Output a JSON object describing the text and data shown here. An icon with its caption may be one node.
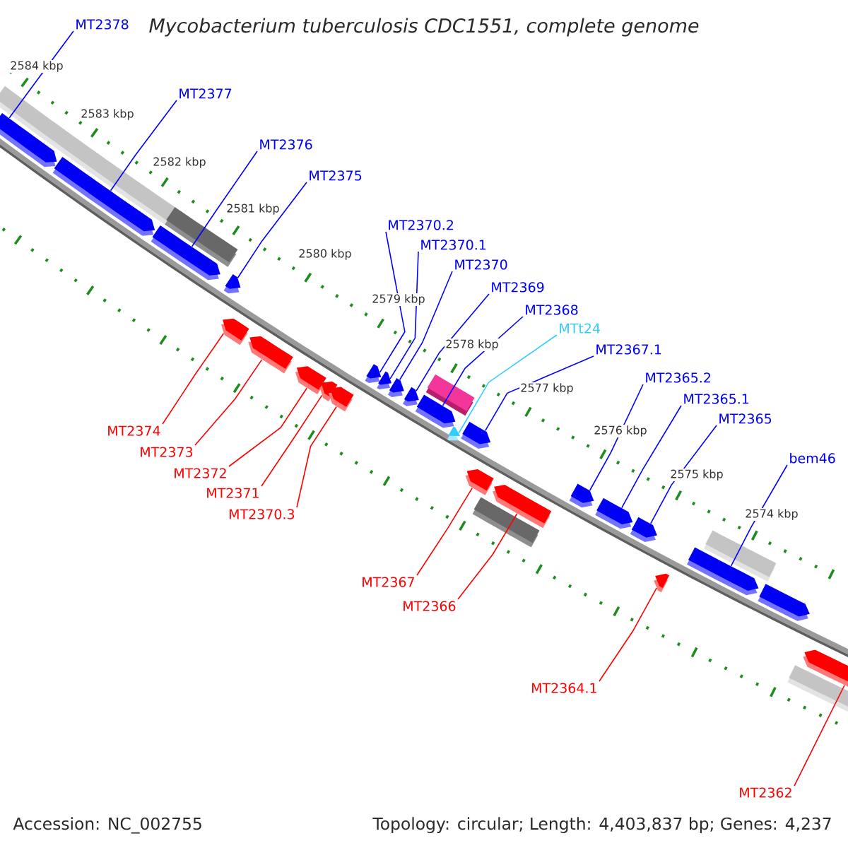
{
  "diagram": {
    "title": "Mycobacterium tuberculosis CDC1551, complete genome",
    "nodes": [
      {
        "text": [
          "MT2378"
        ]
      },
      {
        "text": [
          "MT2377"
        ]
      },
      {
        "text": [
          "MT2376"
        ]
      },
      {
        "text": [
          "MT2375"
        ]
      },
      {
        "text": [
          "MT2370.2"
        ]
      },
      {
        "text": [
          "MT2370.1"
        ]
      },
      {
        "text": [
          "MT2370"
        ]
      },
      {
        "text": [
          "MT2369"
        ]
      },
      {
        "text": [
          "MT2368"
        ]
      },
      {
        "text": [
          "MTt24"
        ]
      },
      {
        "text": [
          "MT2367.1"
        ]
      },
      {
        "text": [
          "MT2365.2"
        ]
      },
      {
        "text": [
          "MT2365.1"
        ]
      },
      {
        "text": [
          "MT2365"
        ]
      },
      {
        "text": [
          "MT2374"
        ]
      },
      {
        "text": [
          "MT2373"
        ]
      },
      {
        "text": [
          "bem46"
        ]
      },
      {
        "text": [
          "MT2372"
        ]
      },
      {
        "text": [
          "MT2371"
        ]
      },
      {
        "text": [
          "MT2370.3"
        ]
      },
      {
        "text": [
          "MT2367"
        ]
      },
      {
        "text": [
          "MT2366"
        ]
      },
      {
        "text": [
          "MT2364.1"
        ]
      },
      {
        "text": [
          "MT2362"
        ]
      },
      {
        "text": [],
        "shape": "bar"
      },
      {
        "text": [],
        "shape": "pentagon"
      },
      {
        "text": [],
        "shape": "pentagon"
      },
      {
        "text": [],
        "shape": "pentagon"
      },
      {
        "text": [],
        "shape": "bar"
      },
      {
        "text": [],
        "shape": "pentagon"
      },
      {
        "text": [],
        "shape": "pentagon"
      },
      {
        "text": [],
        "shape": "pentagon"
      },
      {
        "text": [],
        "shape": "pentagon"
      },
      {
        "text": [],
        "shape": "pentagon"
      },
      {
        "text": [],
        "shape": "pentagon"
      },
      {
        "text": [],
        "shape": "pentagon"
      },
      {
        "text": [],
        "shape": "pentagon"
      },
      {
        "text": [],
        "shape": "pentagon"
      },
      {
        "text": [],
        "shape": "pentagon"
      },
      {
        "text": [],
        "shape": "bar"
      },
      {
        "text": [],
        "shape": "pentagon"
      },
      {
        "text": [],
        "shape": "pentagon"
      },
      {
        "text": [],
        "shape": "pentagon"
      },
      {
        "text": [],
        "shape": "pentagon"
      },
      {
        "text": [],
        "shape": "bar"
      },
      {
        "text": [],
        "shape": "pentagon"
      },
      {
        "text": [],
        "shape": "pentagon"
      },
      {
        "text": [],
        "shape": "pentagon"
      },
      {
        "text": [],
        "shape": "pentagon"
      },
      {
        "text": [],
        "shape": "pentagon"
      },
      {
        "text": [],
        "shape": "pentagon"
      },
      {
        "text": [],
        "shape": "bar"
      },
      {
        "text": [],
        "shape": "pentagon"
      },
      {
        "text": [],
        "shape": "bar"
      },
      {
        "text": [],
        "shape": "pentagon"
      }
    ],
    "edges": [
      {
        "from": 0,
        "to": 25,
        "arrow": "none"
      },
      {
        "from": 1,
        "to": 26,
        "arrow": "none"
      },
      {
        "from": 2,
        "to": 27,
        "arrow": "none"
      },
      {
        "from": 3,
        "to": 29,
        "arrow": "none"
      },
      {
        "from": 4,
        "to": 35,
        "arrow": "none"
      },
      {
        "from": 5,
        "to": 36,
        "arrow": "none"
      },
      {
        "from": 6,
        "to": 37,
        "arrow": "none"
      },
      {
        "from": 7,
        "to": 38,
        "arrow": "none"
      },
      {
        "from": 8,
        "to": 40,
        "arrow": "none"
      },
      {
        "from": 9,
        "to": 41,
        "arrow": "none",
        "color": "#33ccff"
      },
      {
        "from": 10,
        "to": 42,
        "arrow": "none"
      },
      {
        "from": 11,
        "to": 46,
        "arrow": "none"
      },
      {
        "from": 12,
        "to": 47,
        "arrow": "none"
      },
      {
        "from": 13,
        "to": 48,
        "arrow": "none"
      },
      {
        "from": 14,
        "to": 30,
        "arrow": "none",
        "color": "#ff0000"
      },
      {
        "from": 15,
        "to": 31,
        "arrow": "none",
        "color": "#ff0000"
      },
      {
        "from": 16,
        "to": 50,
        "arrow": "none"
      },
      {
        "from": 17,
        "to": 32,
        "arrow": "none",
        "color": "#ff0000"
      },
      {
        "from": 18,
        "to": 33,
        "arrow": "none",
        "color": "#ff0000"
      },
      {
        "from": 19,
        "to": 34,
        "arrow": "none",
        "color": "#ff0000"
      },
      {
        "from": 20,
        "to": 43,
        "arrow": "none",
        "color": "#ff0000"
      },
      {
        "from": 21,
        "to": 45,
        "arrow": "none",
        "color": "#ff0000"
      },
      {
        "from": 22,
        "to": 49,
        "arrow": "none",
        "color": "#ff0000"
      },
      {
        "from": 23,
        "to": 54,
        "arrow": "none",
        "color": "#ff0000"
      }
    ],
    "labels": [
      "2584 kbp",
      "2583 kbp",
      "2582 kbp",
      "2581 kbp",
      "2580 kbp",
      "2579 kbp",
      "2578 kbp",
      "2577 kbp",
      "2576 kbp",
      "2575 kbp",
      "2574 kbp",
      "Accession: NC_002755",
      "Topology: circular; Length: 4,403,837 bp; Genes: 4,237"
    ]
  }
}
